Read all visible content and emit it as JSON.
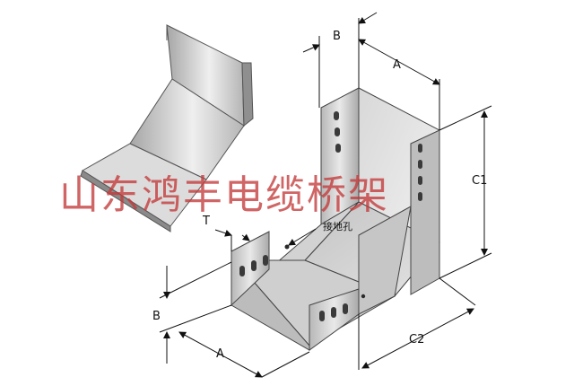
{
  "labels": {
    "top_B": "B",
    "top_A": "A",
    "C1": "C1",
    "T": "T",
    "ground_hole": "接地孔",
    "left_B": "B",
    "bottom_A": "A",
    "C2": "C2"
  },
  "watermark": "山东鸿丰电缆桥架",
  "colors": {
    "metal_light": "#e6e6e6",
    "metal_mid": "#c9c9c9",
    "metal_dark": "#9c9c9c",
    "watermark": "#c43a3a"
  }
}
